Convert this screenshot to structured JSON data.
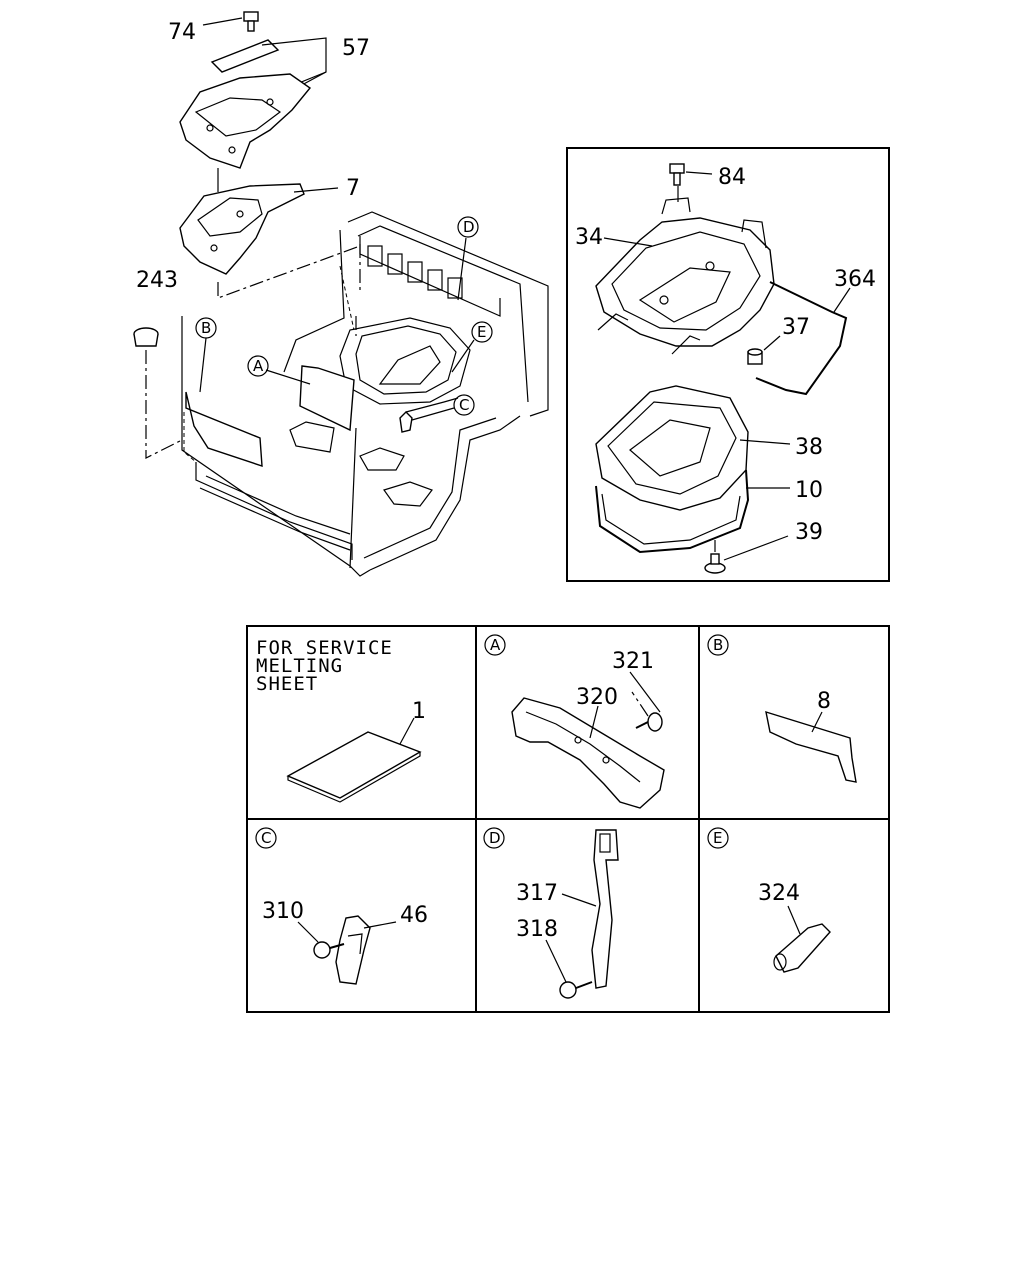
{
  "callouts": {
    "c74": "74",
    "c57": "57",
    "c7": "7",
    "c243": "243",
    "c84": "84",
    "c34": "34",
    "c364": "364",
    "c37": "37",
    "c38": "38",
    "c10": "10",
    "c39": "39",
    "c1": "1",
    "c321": "321",
    "c320": "320",
    "c8": "8",
    "c310": "310",
    "c46": "46",
    "c317": "317",
    "c318": "318",
    "c324": "324"
  },
  "refs": {
    "A": "A",
    "B": "B",
    "C": "C",
    "D": "D",
    "E": "E"
  },
  "note": {
    "line1": "FOR SERVICE",
    "line2": "MELTING",
    "line3": "SHEET"
  }
}
